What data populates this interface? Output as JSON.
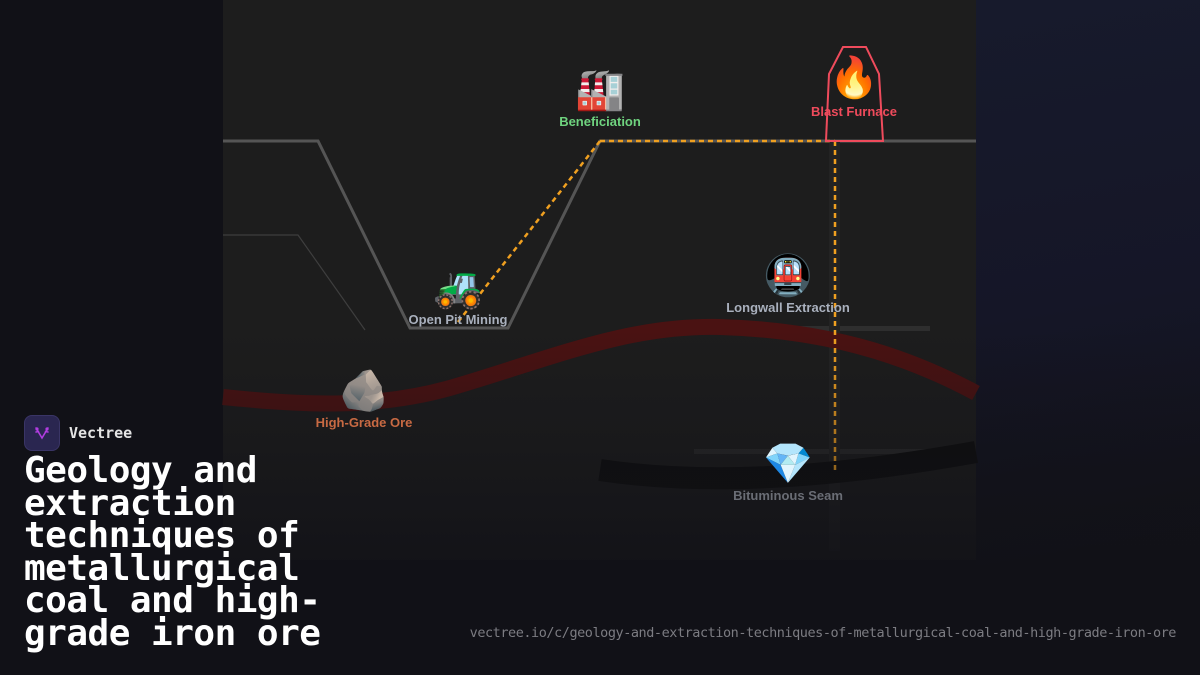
{
  "brand": {
    "name": "Vectree",
    "logo_icon": "vectree-branch-icon",
    "logo_color": "#b13de0"
  },
  "title": "Geology and extraction techniques of metallurgical coal and high-grade iron ore",
  "url": "vectree.io/c/geology-and-extraction-techniques-of-metallurgical-coal-and-high-grade-iron-ore",
  "diagram": {
    "nodes": [
      {
        "id": "beneficiation",
        "label": "Beneficiation",
        "icon": "factory-icon",
        "glyph": "🏭",
        "color": "#6fd37f"
      },
      {
        "id": "blast-furnace",
        "label": "Blast Furnace",
        "icon": "fire-icon",
        "glyph": "🔥",
        "color": "#ef4b5c"
      },
      {
        "id": "open-pit-mining",
        "label": "Open Pit Mining",
        "icon": "tractor-icon",
        "glyph": "🚜",
        "color": "#a9b0bd"
      },
      {
        "id": "longwall-extraction",
        "label": "Longwall Extraction",
        "icon": "metro-train-icon",
        "glyph": "🚇",
        "color": "#a9b0bd"
      },
      {
        "id": "high-grade-ore",
        "label": "High-Grade Ore",
        "icon": "rock-icon",
        "glyph": "🪨",
        "color": "#c86a43"
      },
      {
        "id": "bituminous-seam",
        "label": "Bituminous Seam",
        "icon": "gem-icon",
        "glyph": "💎",
        "color": "#6a6d75"
      }
    ],
    "edges": [
      {
        "from": "open-pit-mining",
        "to": "beneficiation",
        "style": "dashed",
        "color": "#f0a020"
      },
      {
        "from": "beneficiation",
        "to": "blast-furnace",
        "style": "dashed",
        "color": "#f0a020"
      },
      {
        "from": "blast-furnace",
        "to": "bituminous-seam",
        "style": "dashed",
        "color": "#f0a020"
      }
    ],
    "layers": [
      {
        "name": "iron-ore-band",
        "color": "#4a1212"
      },
      {
        "name": "coal-seam-band",
        "color": "#0e0e0e"
      },
      {
        "name": "surface-profile",
        "color": "#555555"
      }
    ]
  }
}
